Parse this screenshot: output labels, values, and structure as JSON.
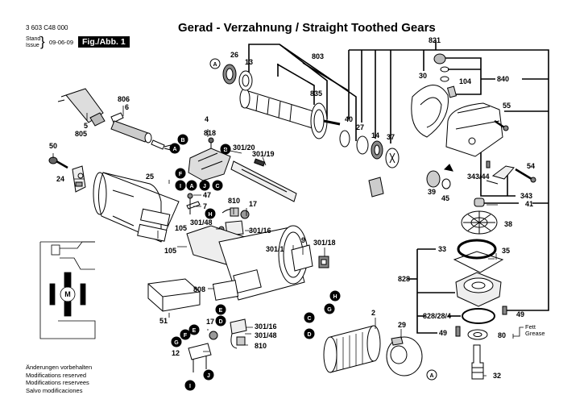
{
  "header": {
    "doc_number": "3 603 C48 000",
    "stand_label": "Stand",
    "issue_label": "Issue",
    "issue_date": "09-06-09",
    "figure_label": "Fig./Abb. 1",
    "title": "Gerad - Verzahnung / Straight Toothed Gears"
  },
  "footer": {
    "lines": [
      "Änderungen vorbehalten",
      "Modifications reserved",
      "Modifications reservees",
      "Salvo modificaciones"
    ]
  },
  "legend": {
    "grease_de": "Fett",
    "grease_en": "Grease"
  },
  "motor_symbol": "M",
  "part_labels": {
    "p26": "26",
    "p13": "13",
    "p803": "803",
    "p835": "835",
    "p821": "821",
    "p840": "840",
    "p104": "104",
    "p30": "30",
    "p40": "40",
    "p27": "27",
    "p14": "14",
    "p37": "37",
    "p55": "55",
    "p54": "54",
    "p343_44": "343/44",
    "p343": "343",
    "p41": "41",
    "p39": "39",
    "p45": "45",
    "p38": "38",
    "p33": "33",
    "p35": "35",
    "p828": "828",
    "p828_28_4": "828/28/4",
    "p49a": "49",
    "p49b": "49",
    "p80": "80",
    "p32": "32",
    "p29": "29",
    "p2": "2",
    "p806": "806",
    "p6": "6",
    "p5": "5",
    "p805": "805",
    "p50": "50",
    "p24": "24",
    "p25": "25",
    "p4": "4",
    "p818": "818",
    "p301_20": "301/20",
    "p301_19": "301/19",
    "p47": "47",
    "p7": "7",
    "p810a": "810",
    "p17a": "17",
    "p301_48a": "301/48",
    "p301_16a": "301/16",
    "p105a": "105",
    "p105b": "105",
    "p301_1": "301/1",
    "p9": "9",
    "p301_18": "301/18",
    "p808": "808",
    "p51": "51",
    "p17b": "17",
    "p301_16b": "301/16",
    "p301_48b": "301/48",
    "p810b": "810",
    "p12": "12"
  },
  "connectors": {
    "A": "A",
    "B": "B",
    "C": "C",
    "D": "D",
    "E": "E",
    "F": "F",
    "G": "G",
    "H": "H",
    "I": "I",
    "J": "J"
  }
}
